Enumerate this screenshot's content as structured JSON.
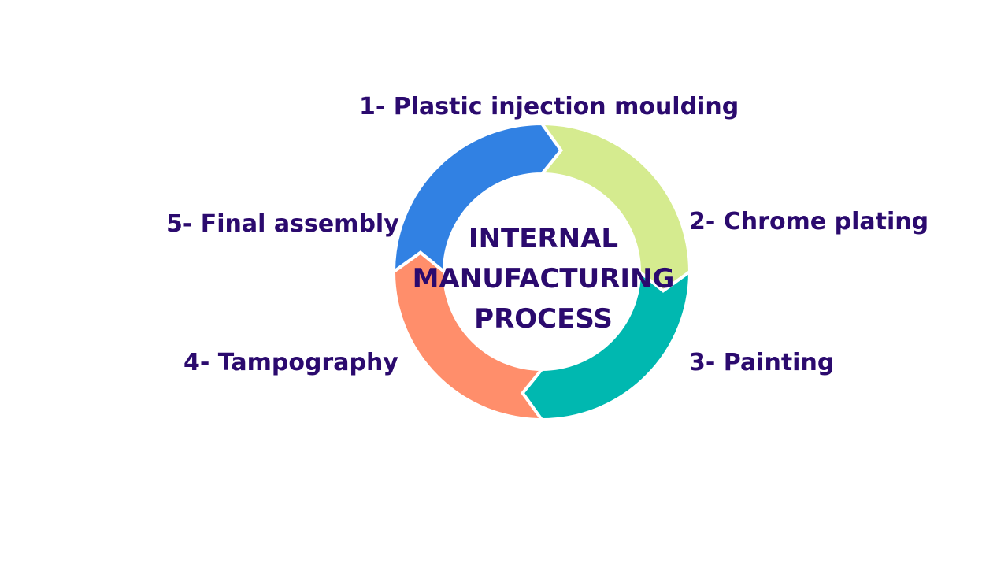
{
  "diagram": {
    "center_title": [
      "INTERNAL",
      "MANUFACTURING",
      "PROCESS"
    ],
    "steps": [
      {
        "label": "1- Plastic injection moulding",
        "color": "#D5EB8F"
      },
      {
        "label": "2- Chrome plating",
        "color": "#00B8B0"
      },
      {
        "label": "3- Painting",
        "color": "#FF8E6B"
      },
      {
        "label": "4- Tampography",
        "color": "#3181E3"
      },
      {
        "label": "5- Final assembly"
      }
    ],
    "text_color": "#2B0A6E"
  }
}
